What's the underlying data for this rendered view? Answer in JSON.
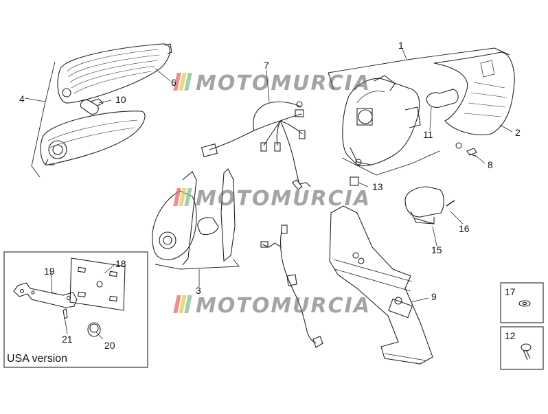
{
  "diagram": {
    "watermark_text": "MOTOMURCIA",
    "watermark_colors": [
      "#e46a6a",
      "#e9c75a",
      "#7cc48a"
    ],
    "callouts": [
      "1",
      "2",
      "3",
      "4",
      "6",
      "7",
      "8",
      "9",
      "10",
      "11",
      "12",
      "13",
      "15",
      "16",
      "17",
      "18",
      "19",
      "20",
      "21"
    ],
    "usa_box_label": "USA version",
    "side_boxes": {
      "top": "17",
      "bottom": "12"
    }
  }
}
